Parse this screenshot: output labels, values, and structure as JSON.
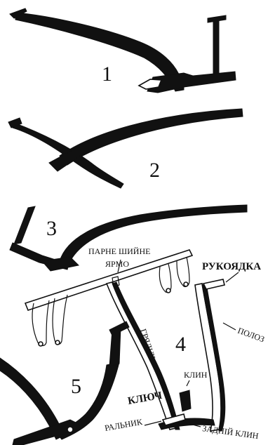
{
  "figure_numbers": [
    "1",
    "2",
    "3",
    "4",
    "5"
  ],
  "labels": {
    "yoke": "ПАРНЕ ШИЙНЕ",
    "yoke_2": "ЯРМО",
    "handle": "РУКОЯДКА",
    "runner": "ПОЛОЗ",
    "beam": "ГРЯДІЛЬ",
    "wedge": "КЛИН",
    "key": "КЛЮЧ",
    "share": "РАЛЬНИК",
    "rear_wedge": "ЗАДНІЙ КЛИН"
  },
  "colors": {
    "ink": "#111111",
    "paper": "#ffffff"
  }
}
